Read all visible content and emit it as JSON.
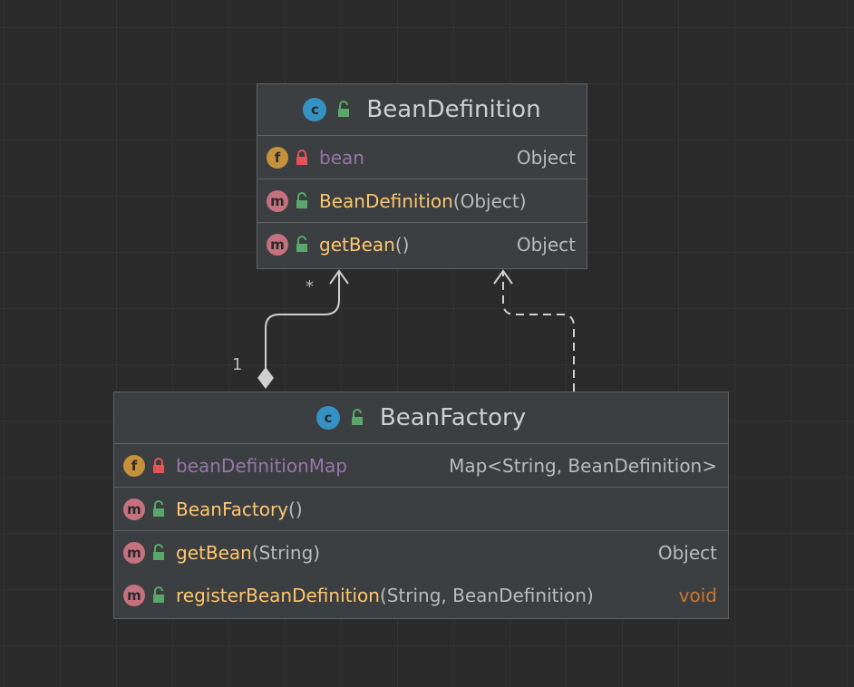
{
  "classes": {
    "bean_definition": {
      "name": "BeanDefinition",
      "kind_badge": "c",
      "fields": [
        {
          "badge": "f",
          "name": "bean",
          "type": "Object"
        }
      ],
      "constructors": [
        {
          "badge": "m",
          "name": "BeanDefinition",
          "params": "(Object)"
        }
      ],
      "methods": [
        {
          "badge": "m",
          "name": "getBean",
          "params": "()",
          "return_type": "Object"
        }
      ]
    },
    "bean_factory": {
      "name": "BeanFactory",
      "kind_badge": "c",
      "fields": [
        {
          "badge": "f",
          "name": "beanDefinitionMap",
          "type": "Map<String, BeanDefinition>"
        }
      ],
      "constructors": [
        {
          "badge": "m",
          "name": "BeanFactory",
          "params": "()"
        }
      ],
      "methods": [
        {
          "badge": "m",
          "name": "getBean",
          "params": "(String)",
          "return_type": "Object"
        },
        {
          "badge": "m",
          "name": "registerBeanDefinition",
          "params": "(String, BeanDefinition)",
          "return_type": "void"
        }
      ]
    }
  },
  "relations": {
    "aggregation": {
      "from": "BeanFactory",
      "to": "BeanDefinition",
      "source_multiplicity": "1",
      "target_multiplicity": "*"
    },
    "dependency": {
      "from": "BeanFactory",
      "to": "BeanDefinition"
    }
  },
  "colors": {
    "class_badge": "#3592c4",
    "field_badge": "#c5913b",
    "method_badge": "#c57180",
    "public_lock": "#59a869",
    "private_lock": "#e05555",
    "field_name": "#9876aa",
    "method_name": "#ffc66d",
    "void_type": "#cc7832"
  },
  "icons": {
    "public_visibility": "open-lock-icon",
    "private_visibility": "closed-lock-icon"
  }
}
